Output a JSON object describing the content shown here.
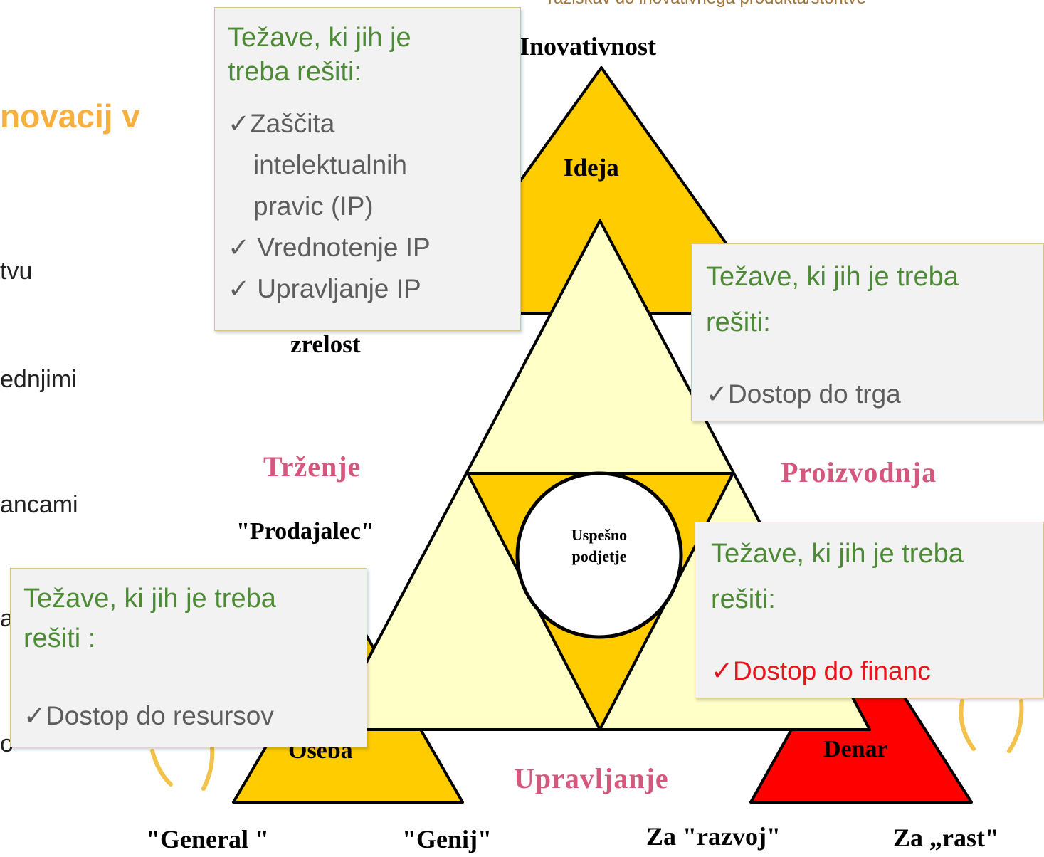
{
  "top_caption": "raziskav do inovativnega produkta/storitve",
  "heading": "novacij v",
  "left_fragments": [
    "tvu",
    "ednjimi",
    "ancami",
    "a",
    "o"
  ],
  "vertices": {
    "top": "Inovativnost",
    "top_triangle": "Ideja",
    "bottom_left_triangle": "Oseba",
    "bottom_right_triangle": "Denar",
    "maturity": "zrelost"
  },
  "sides": {
    "left": "Trženje",
    "right": "Proizvodnja",
    "bottom": "Upravljanje"
  },
  "roles": {
    "seller": "\"Prodajalec\"",
    "general": "\"General \"",
    "genius": "\"Genij\"",
    "for_development": "Za \"razvoj\"",
    "for_growth": "Za „rast\""
  },
  "center": [
    "Uspešno",
    "podjetje"
  ],
  "check_symbol": "✓",
  "boxes": {
    "ip": {
      "title": "Težave, ki jih je treba rešiti:",
      "items": [
        "Zaščita intelektualnih pravic (IP)",
        " Vrednotenje IP",
        " Upravljanje IP"
      ]
    },
    "market": {
      "title": "Težave, ki jih je treba rešiti:",
      "items": [
        "Dostop do trga"
      ]
    },
    "resources": {
      "title": "Težave, ki jih je treba rešiti :",
      "items": [
        "Dostop do resursov"
      ]
    },
    "finance": {
      "title": "Težave, ki jih je treba rešiti:",
      "items": [
        "Dostop do financ"
      ]
    }
  },
  "colors": {
    "yellow": "#FFCC00",
    "pale_yellow": "#FFFFC8",
    "red": "#FF0000",
    "pink_label": "#D6577E",
    "box_title_green": "#4D8A35",
    "heading_orange": "#F5B040"
  }
}
